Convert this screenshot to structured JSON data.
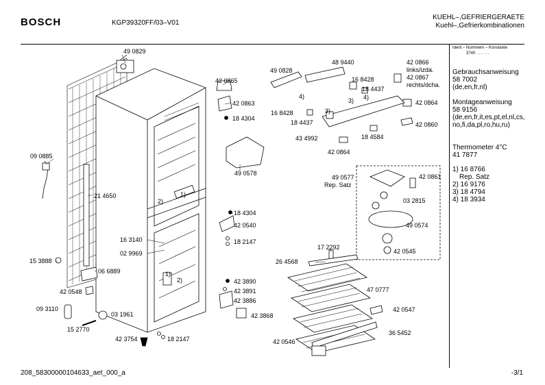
{
  "header": {
    "brand": "BOSCH",
    "model": "KGP39320FF/03–V01",
    "title_line1": "KUEHL–,GEFRIERGERAETE",
    "title_line2": "Kuehl–,Gefrierkombinationen"
  },
  "sidebar": {
    "ident_label": "Ident – Nummern – Konstante",
    "ident_value": "3740 . . . . . .",
    "entries": [
      {
        "name": "Gebrauchsanweisung",
        "number": "58 7002",
        "langs": "(de,en,fr,nl)"
      },
      {
        "name": "Montageanweisung",
        "number": "58 9156",
        "langs": "(de,en,fr,it,es,pt,el,nl,cs,",
        "langs2": "no,fi,da,pl,ro,hu,ru)"
      },
      {
        "name": "Thermometer 4°C",
        "number": "41 7877"
      }
    ],
    "notes": [
      "1) 16 8766",
      "Rep. Satz",
      "2) 16 9176",
      "3) 18 4794",
      "4) 18 3934"
    ]
  },
  "labels": [
    {
      "id": "p490829",
      "text": "49 0829"
    },
    {
      "id": "p420865",
      "text": "42 0865"
    },
    {
      "id": "p420863",
      "text": "42 0863"
    },
    {
      "id": "p184304a",
      "text": "18 4304"
    },
    {
      "id": "p090885",
      "text": "09 0885"
    },
    {
      "id": "p490578",
      "text": "49 0578"
    },
    {
      "id": "p214650",
      "text": "21 4650"
    },
    {
      "id": "p184304b",
      "text": "18 4304"
    },
    {
      "id": "p420540",
      "text": "42 0540"
    },
    {
      "id": "p182147a",
      "text": "18 2147"
    },
    {
      "id": "p163140",
      "text": "16 3140"
    },
    {
      "id": "p029969",
      "text": "02 9969"
    },
    {
      "id": "p153888",
      "text": "15 3888"
    },
    {
      "id": "p066889",
      "text": "06 6889"
    },
    {
      "id": "p420548",
      "text": "42 0548"
    },
    {
      "id": "p423890",
      "text": "42 3890"
    },
    {
      "id": "p423891",
      "text": "42 3891"
    },
    {
      "id": "p423886",
      "text": "42 3886"
    },
    {
      "id": "p423868",
      "text": "42 3868"
    },
    {
      "id": "p093110",
      "text": "09 3110"
    },
    {
      "id": "p031961",
      "text": "03 1961"
    },
    {
      "id": "p152770",
      "text": "15 2770"
    },
    {
      "id": "p423754",
      "text": "42 3754"
    },
    {
      "id": "p182147b",
      "text": "18 2147"
    },
    {
      "id": "p490828",
      "text": "49 0828"
    },
    {
      "id": "p489440",
      "text": "48 9440"
    },
    {
      "id": "p168428a",
      "text": "16 8428"
    },
    {
      "id": "p184437a",
      "text": "18 4437"
    },
    {
      "id": "p420866",
      "text": "42 0866"
    },
    {
      "id": "plinks",
      "text": "links/izda."
    },
    {
      "id": "p420867",
      "text": "42 0867"
    },
    {
      "id": "prechts",
      "text": "rechts/dcha."
    },
    {
      "id": "p420864a",
      "text": "42 0864"
    },
    {
      "id": "p168428b",
      "text": "16 8428"
    },
    {
      "id": "p184437b",
      "text": "18 4437"
    },
    {
      "id": "p420860",
      "text": "42 0860"
    },
    {
      "id": "p434992",
      "text": "43 4992"
    },
    {
      "id": "p184584",
      "text": "18 4584"
    },
    {
      "id": "p420864b",
      "text": "42 0864"
    },
    {
      "id": "p490577",
      "text": "49 0577"
    },
    {
      "id": "prepsatz",
      "text": "Rep. Satz"
    },
    {
      "id": "p420861",
      "text": "42 0861"
    },
    {
      "id": "p032815",
      "text": "03 2815"
    },
    {
      "id": "p490574",
      "text": "49 0574"
    },
    {
      "id": "p420545",
      "text": "42 0545"
    },
    {
      "id": "p172292",
      "text": "17 2292"
    },
    {
      "id": "p264568",
      "text": "26 4568"
    },
    {
      "id": "p470777",
      "text": "47 0777"
    },
    {
      "id": "p420547",
      "text": "42 0547"
    },
    {
      "id": "p365452",
      "text": "36 5452"
    },
    {
      "id": "p420546",
      "text": "42 0546"
    }
  ],
  "callouts": {
    "c1a": "1)",
    "c2a": "2)",
    "c1b": "1)",
    "c2b": "2)",
    "c3a": "3)",
    "c4a": "4)",
    "c3b": "3)",
    "c4b": "4)"
  },
  "footer": {
    "left": "208_58300000104633_aet_000_a",
    "right": "-3/1"
  }
}
